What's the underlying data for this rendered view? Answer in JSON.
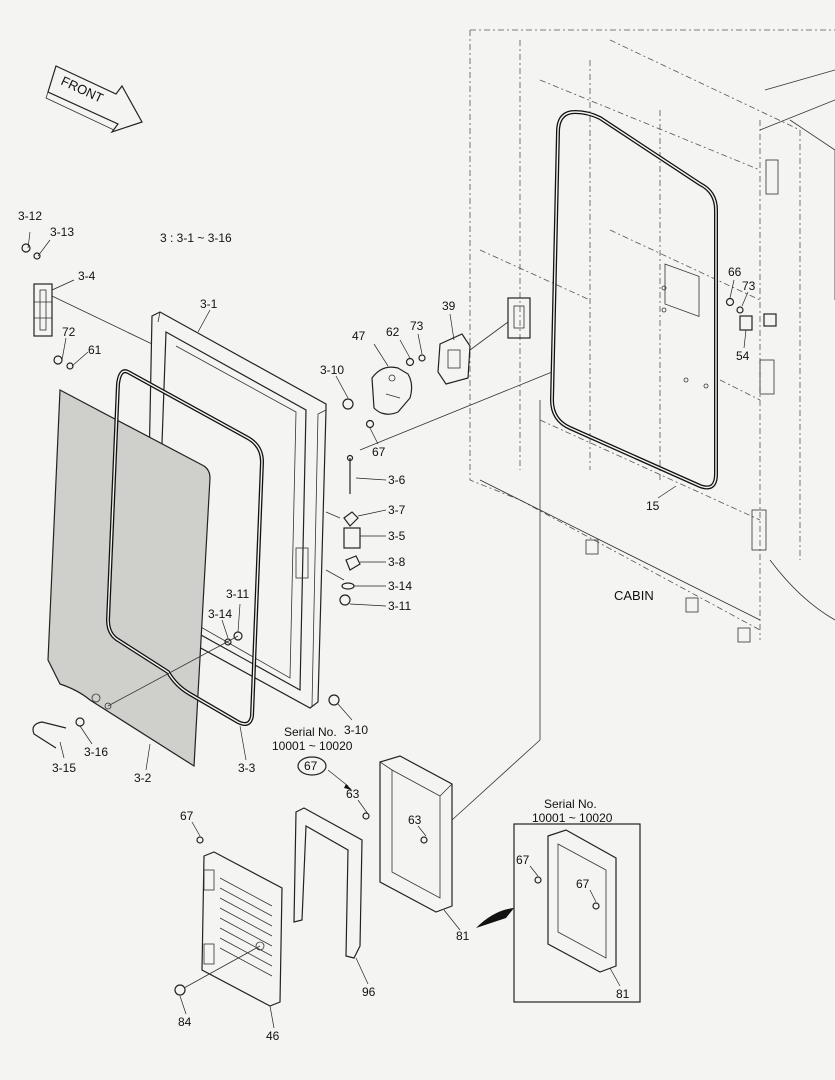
{
  "direction": {
    "label": "FRONT"
  },
  "assembly_note": "3 : 3-1 ~ 3-16",
  "cabin_label": "CABIN",
  "serial_note": {
    "line1": "Serial No.",
    "line2": "10001 ~ 10020",
    "circled_ref": "67"
  },
  "inset_serial": {
    "line1": "Serial No.",
    "line2": "10001 ~ 10020"
  },
  "callouts": {
    "c3_12": "3-12",
    "c3_13": "3-13",
    "c3_4": "3-4",
    "c72": "72",
    "c61": "61",
    "c3_1": "3-1",
    "c3_10a": "3-10",
    "c3_10b": "3-10",
    "c3_6": "3-6",
    "c3_7": "3-7",
    "c3_5": "3-5",
    "c3_8": "3-8",
    "c3_14a": "3-14",
    "c3_11a": "3-11",
    "c3_11b": "3-11",
    "c3_14b": "3-14",
    "c3_16": "3-16",
    "c3_15": "3-15",
    "c3_2": "3-2",
    "c3_3": "3-3",
    "c47": "47",
    "c62": "62",
    "c73a": "73",
    "c39": "39",
    "c67a": "67",
    "c66": "66",
    "c73b": "73",
    "c54": "54",
    "c15": "15",
    "c63a": "63",
    "c63b": "63",
    "c81a": "81",
    "c67b": "67",
    "c84": "84",
    "c46": "46",
    "c96": "96",
    "c67c": "67",
    "c67d": "67",
    "c81b": "81"
  }
}
